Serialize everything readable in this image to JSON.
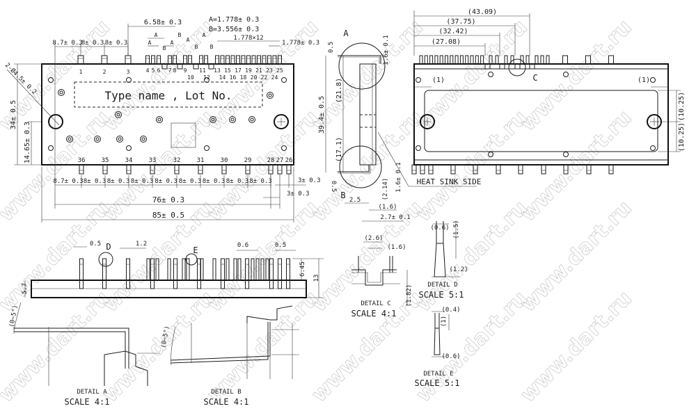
{
  "watermark": "www.dart.ru",
  "top_view": {
    "pins_top": [
      "1",
      "2",
      "3",
      "4",
      "5",
      "6",
      "7",
      "8",
      "9",
      "10",
      "11",
      "12",
      "13",
      "14",
      "15",
      "16",
      "17",
      "18",
      "19",
      "20",
      "21",
      "22",
      "23",
      "24",
      "25"
    ],
    "pins_bottom": [
      "36",
      "35",
      "34",
      "33",
      "32",
      "31",
      "30",
      "29",
      "28",
      "27",
      "26"
    ],
    "marking": "Type name , Lot No.",
    "dim_a_def": "A=1.778± 0.3",
    "dim_b_def": "B=3.556± 0.3",
    "dim_658": "6.58± 0.3",
    "dim_87_top": "8.7± 0.3",
    "dim_8_top": "8± 0.3",
    "dim_1778x12": "1.778×12",
    "dim_1778": "1.778± 0.3",
    "label_a": "A",
    "label_b": "B",
    "dim_hole": "2-Ø4.5± 0.2",
    "dim_34": "34± 0.5",
    "dim_1465": "14.65± 0.3",
    "dim_87_bottom": "8.7± 0.3",
    "dim_8_bottom": "8± 0.3",
    "dim_3": "3± 0.3",
    "dim_76": "76± 0.3",
    "dim_85": "85± 0.5"
  },
  "side_view": {
    "detail_a_ref": "A",
    "detail_b_ref": "B",
    "dim_394": "39.4± 0.5",
    "dim_218": "(21.8)",
    "dim_171": "(17.1)",
    "dim_05": "0.5",
    "dim_16": "1.6± 0.1",
    "dim_214": "(2.14)",
    "dim_25": "2.5",
    "dim_16p": "(1.6)",
    "dim_27": "2.7± 0.1",
    "heat_sink_label": "HEAT SINK SIDE"
  },
  "rear_view": {
    "dims": [
      "(43.09)",
      "(37.75)",
      "(32.42)",
      "(27.08)"
    ],
    "dim_1": "(1)",
    "dim_1025": "(10.25)",
    "detail_c_ref": "C"
  },
  "front_view": {
    "dim_05": "0.5",
    "dim_12": "1.2",
    "dim_06": "0.6",
    "dim_645": "6.45",
    "dim_13": "13",
    "dim_57": "5.7",
    "detail_d_ref": "D",
    "detail_e_ref": "E"
  },
  "details": {
    "a": {
      "angle": "(0~5°)",
      "title": "DETAIL A",
      "scale": "SCALE 4:1"
    },
    "b": {
      "angle": "(0~5°)",
      "title": "DETAIL B",
      "scale": "SCALE 4:1"
    },
    "c": {
      "dims": [
        "(2.6)",
        "(1.6)",
        "(1.82)"
      ],
      "title": "DETAIL C",
      "scale": "SCALE 4:1"
    },
    "d": {
      "dims": [
        "(0.6)",
        "(1.5)",
        "(1.2)"
      ],
      "title": "DETAIL D",
      "scale": "SCALE 5:1"
    },
    "e": {
      "dims": [
        "(0.4)",
        "(1)",
        "(0.6)"
      ],
      "title": "DETAIL E",
      "scale": "SCALE 5:1"
    }
  }
}
